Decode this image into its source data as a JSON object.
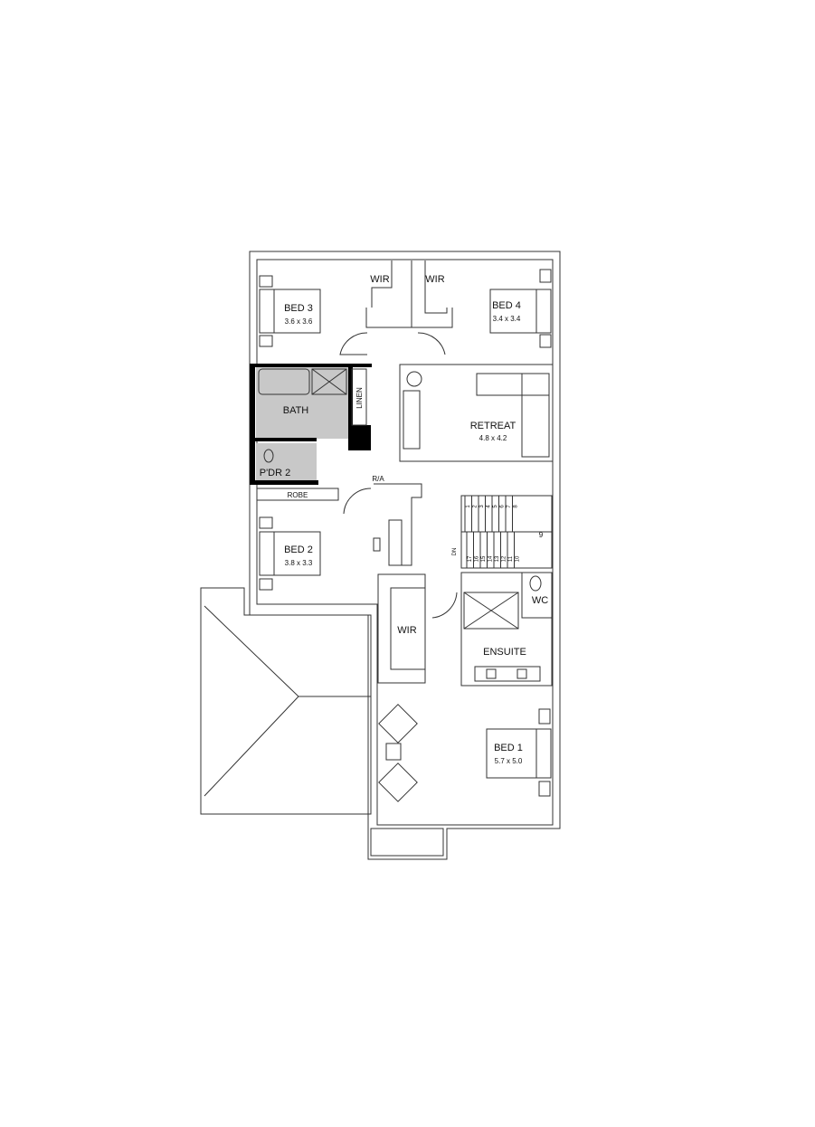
{
  "rooms": {
    "bed3": {
      "name": "BED 3",
      "size": "3.6 x 3.6"
    },
    "bed4": {
      "name": "BED 4",
      "size": "3.4 x 3.4"
    },
    "wir_left": {
      "name": "WIR"
    },
    "wir_right": {
      "name": "WIR"
    },
    "retreat": {
      "name": "RETREAT",
      "size": "4.8 x 4.2"
    },
    "bath": {
      "name": "BATH"
    },
    "linen": {
      "name": "LINEN"
    },
    "pdr2": {
      "name": "P'DR 2"
    },
    "robe": {
      "name": "ROBE"
    },
    "ra": {
      "name": "R/A"
    },
    "bed2": {
      "name": "BED 2",
      "size": "3.8 x 3.3"
    },
    "wir_master": {
      "name": "WIR"
    },
    "ensuite": {
      "name": "ENSUITE"
    },
    "wc": {
      "name": "WC"
    },
    "bed1": {
      "name": "BED 1",
      "size": "5.7 x 5.0"
    }
  },
  "stairs": {
    "upper": [
      "1",
      "2",
      "3",
      "4",
      "5",
      "6",
      "7",
      "8"
    ],
    "landing": "9",
    "lower": [
      "17",
      "16",
      "15",
      "14",
      "13",
      "12",
      "11",
      "10"
    ],
    "dn": "DN"
  },
  "colors": {
    "wet_area": "#c8c8c8",
    "wall": "#000000",
    "line": "#333333"
  }
}
